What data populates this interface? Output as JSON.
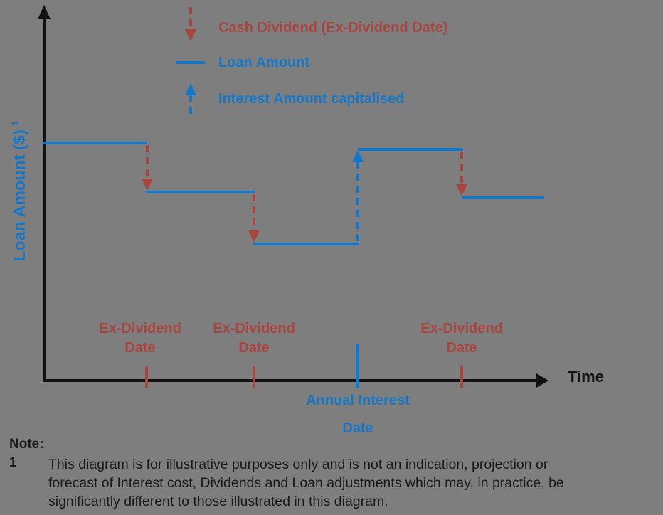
{
  "colors": {
    "background": "#7E7E7E",
    "blue": "#1477C8",
    "red": "#A8453E",
    "axis_black": "#121212"
  },
  "legend": {
    "items": [
      {
        "icon": "cash-dividend-down-arrow-icon",
        "label": "Cash Dividend (Ex-Dividend Date)"
      },
      {
        "icon": "loan-amount-line-icon",
        "label": "Loan Amount"
      },
      {
        "icon": "interest-capitalised-up-arrow-icon",
        "label": "Interest Amount capitalised"
      }
    ]
  },
  "axes": {
    "y_label": "Loan Amount ($)",
    "y_superscript": "1",
    "x_label": "Time"
  },
  "events": [
    {
      "line1": "Ex-Dividend",
      "line2": "Date"
    },
    {
      "line1": "Ex-Dividend",
      "line2": "Date"
    },
    {
      "line1": "Ex-Dividend",
      "line2": "Date"
    }
  ],
  "annual_interest": {
    "line1": "Annual Interest",
    "line2": "Date"
  },
  "note": {
    "heading": "Note:",
    "ref_number": "1",
    "lines": [
      "This diagram is for illustrative purposes only and is not an indication, projection or",
      "forecast of Interest cost, Dividends and Loan adjustments which may, in practice, be",
      "significantly different to those illustrated in this diagram."
    ]
  }
}
